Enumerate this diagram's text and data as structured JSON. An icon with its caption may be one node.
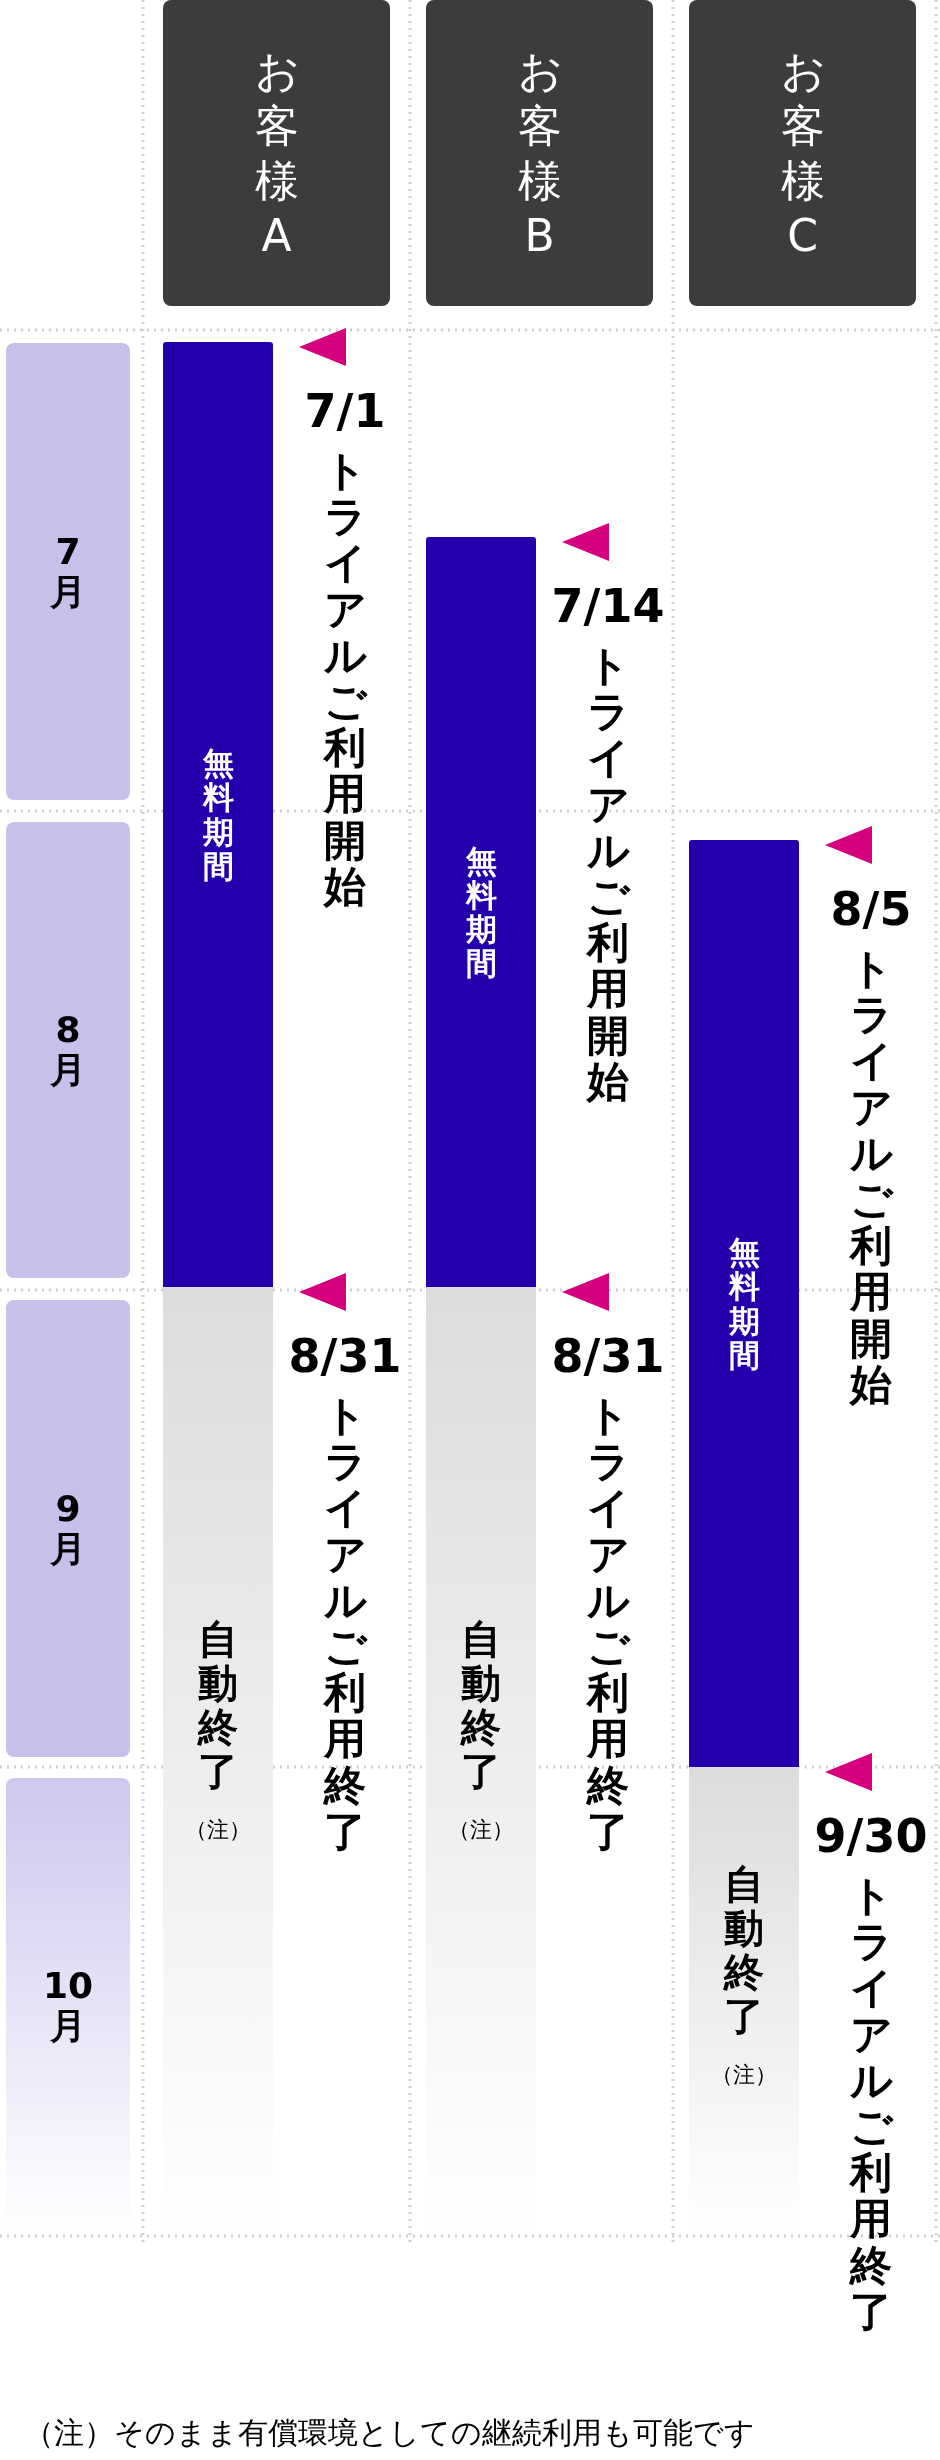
{
  "diagram": {
    "nodes": [
      {
        "text": [
          "お客様A"
        ]
      },
      {
        "text": [
          "お客様B"
        ]
      },
      {
        "text": [
          "お客様C"
        ]
      },
      {
        "text": [
          "7月"
        ]
      },
      {
        "text": [
          "8月"
        ]
      },
      {
        "text": [
          "9月"
        ]
      },
      {
        "text": [
          "10月"
        ]
      },
      {
        "text": [
          "無料期間"
        ],
        "beside": [
          "7/1",
          "トライアルご利用開始"
        ]
      },
      {
        "text": [
          "自動終了",
          "（注）"
        ],
        "beside": [
          "8/31",
          "トライアルご利用終了"
        ]
      },
      {
        "text": [
          "無料期間"
        ],
        "beside": [
          "7/14",
          "トライアルご利用開始"
        ]
      },
      {
        "text": [
          "自動終了",
          "（注）"
        ],
        "beside": [
          "8/31",
          "トライアルご利用終了"
        ]
      },
      {
        "text": [
          "無料期間"
        ],
        "beside": [
          "8/5",
          "トライアルご利用開始"
        ]
      },
      {
        "text": [
          "自動終了",
          "（注）"
        ],
        "beside": [
          "9/30",
          "トライアルご利用終了"
        ]
      }
    ],
    "caption": "（注）そのまま有償環境としての継続利用も可能です"
  }
}
